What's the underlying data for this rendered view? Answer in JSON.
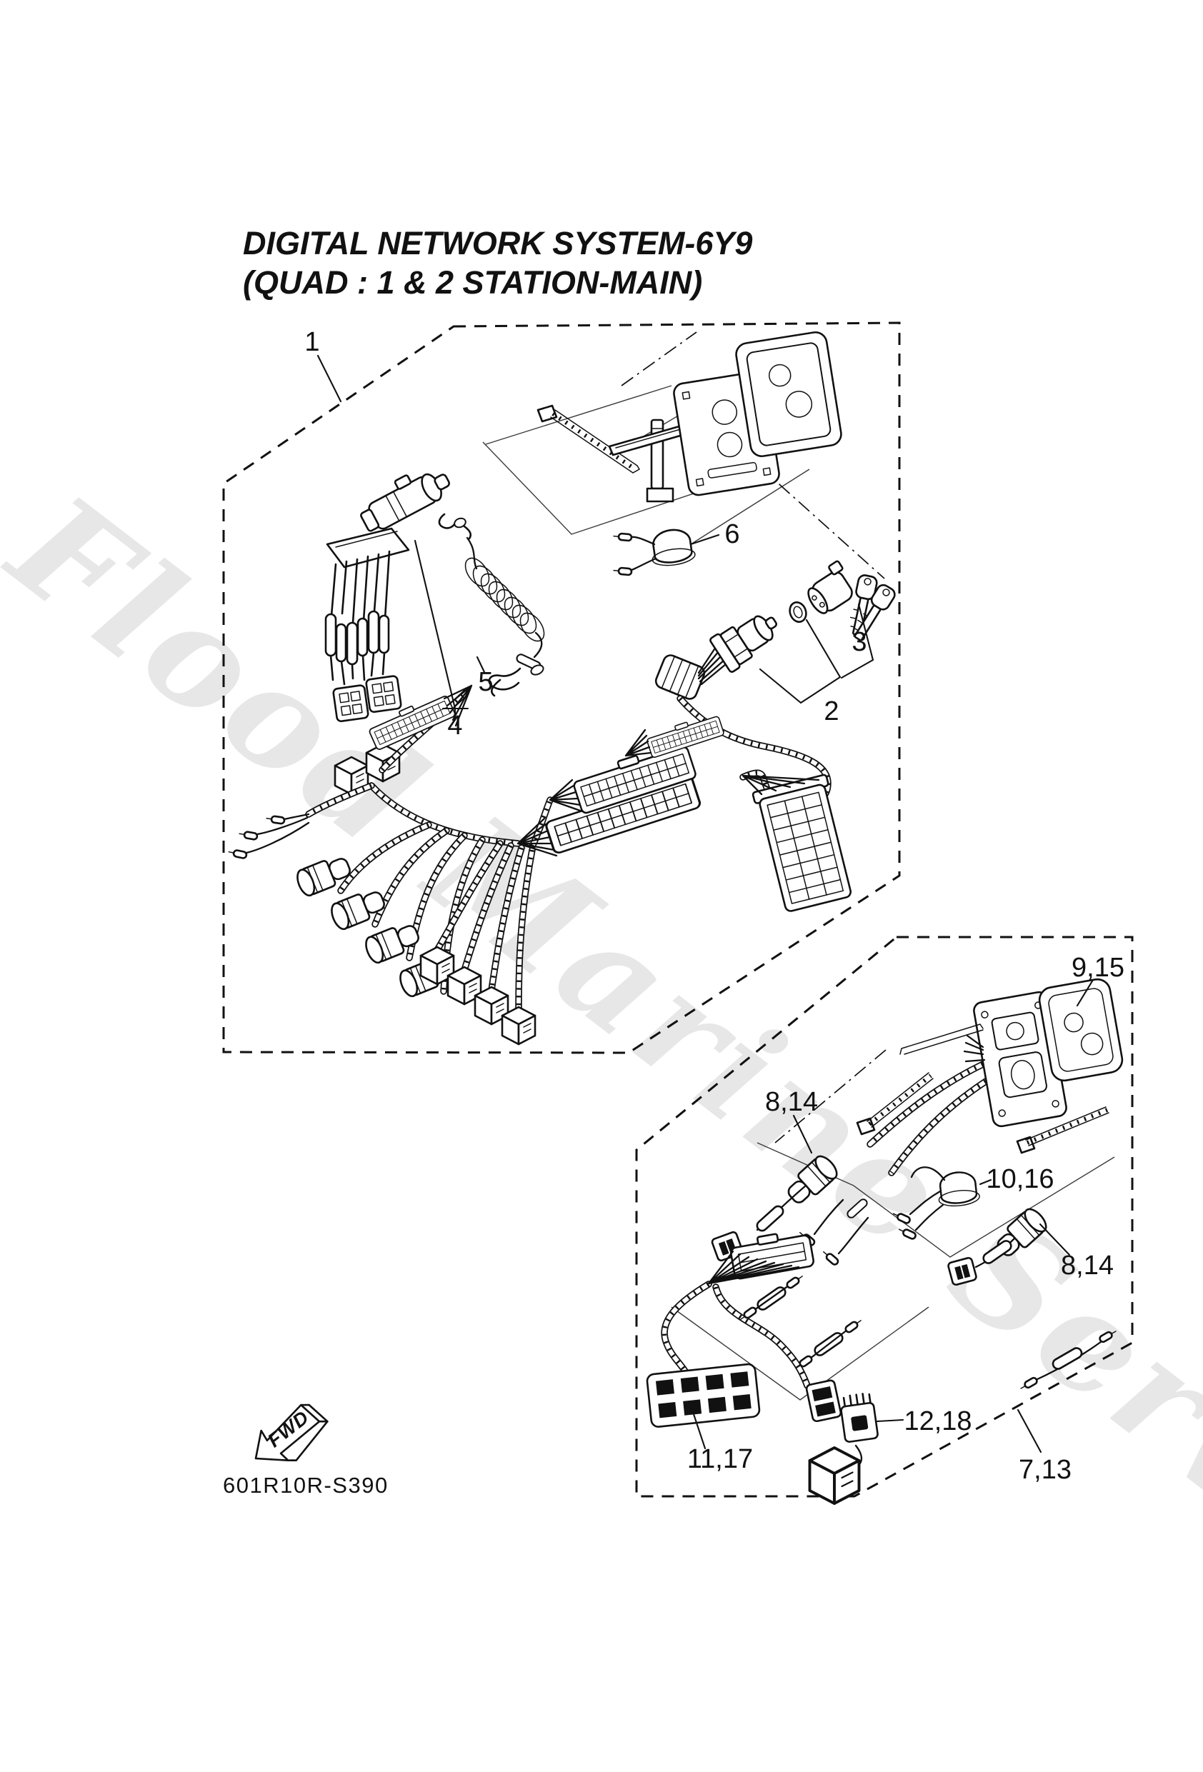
{
  "page": {
    "background": "#ffffff",
    "line_color": "#111111",
    "watermark_color": "#e7e7e7"
  },
  "title": {
    "line1": "DIGITAL NETWORK SYSTEM-6Y9",
    "line2": "(QUAD : 1 & 2 STATION-MAIN)"
  },
  "watermark": {
    "text": "Flood Marine Services"
  },
  "drawing_code": "601R10R-S390",
  "fwd_arrow": {
    "label": "FWD"
  },
  "callouts": [
    {
      "label": "1"
    },
    {
      "label": "2"
    },
    {
      "label": "3"
    },
    {
      "label": "4"
    },
    {
      "label": "5"
    },
    {
      "label": "6"
    },
    {
      "label": "8,14"
    },
    {
      "label": "9,15"
    },
    {
      "label": "10,16"
    },
    {
      "label": "8,14"
    },
    {
      "label": "11,17"
    },
    {
      "label": "12,18"
    },
    {
      "label": "7,13"
    }
  ]
}
